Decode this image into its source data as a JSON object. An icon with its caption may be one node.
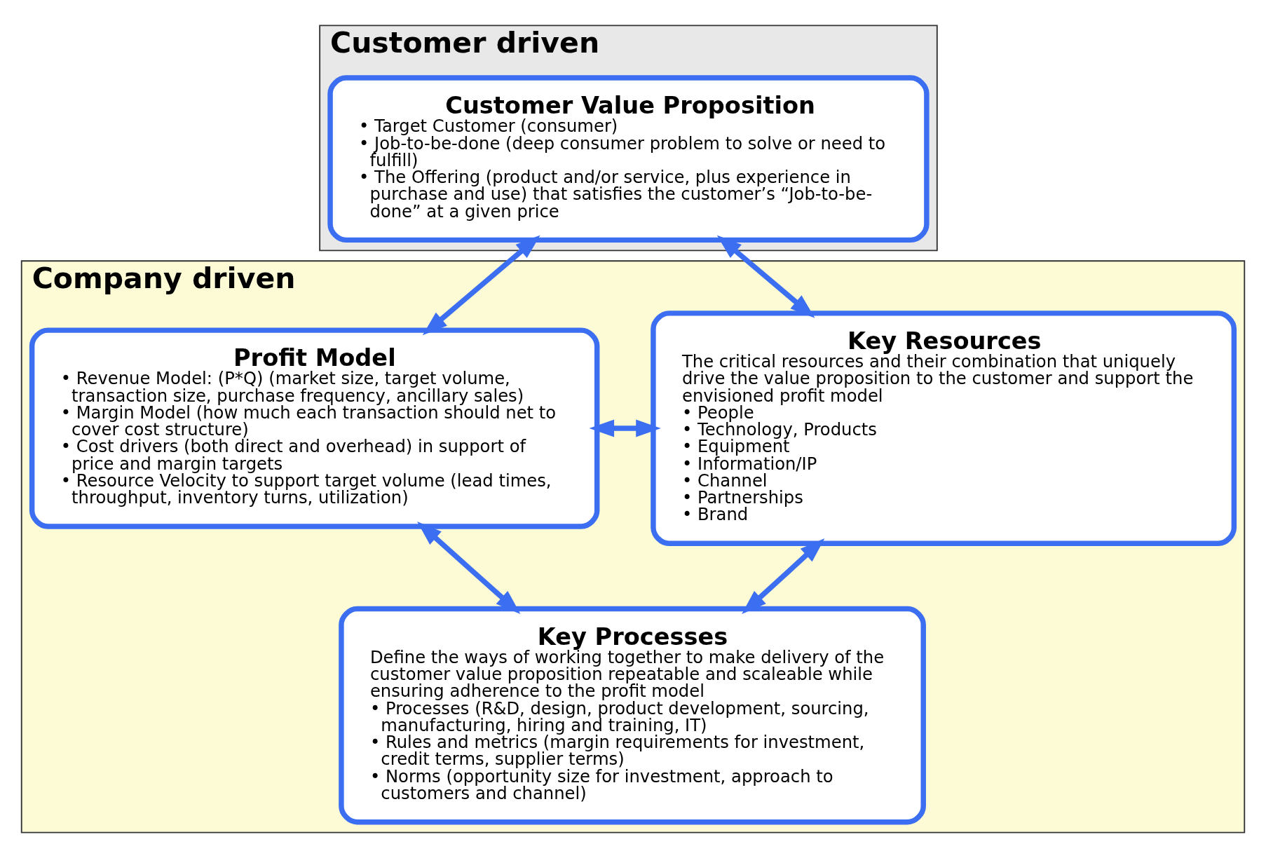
{
  "diagram": {
    "nodes": [
      {
        "text": [
          "Customer driven"
        ]
      },
      {
        "text": [
          "Customer Value Proposition",
          "• Target Customer (consumer)",
          "• Job-to-be-done (deep consumer problem to solve or need to fulfill)",
          "• The Offering (product and/or service, plus experience in purchase and use) that satisfies the customer’s “Job-to-be-done” at a given price"
        ],
        "in": 0
      },
      {
        "text": [
          "Company driven"
        ]
      },
      {
        "text": [
          "Profit Model",
          "• Revenue Model: (P*Q) (market size, target volume, transaction size, purchase frequency, ancillary sales)",
          "• Margin Model (how much each transaction should net to cover cost structure)",
          "• Cost drivers (both direct and overhead) in support of price and margin targets",
          "• Resource Velocity to support target volume (lead times, throughput, inventory turns, utilization)"
        ],
        "in": 2
      },
      {
        "text": [
          "Key Resources",
          "The critical resources and their combination that uniquely drive the value proposition to the customer and support the envisioned profit model",
          "• People",
          "• Technology, Products",
          "• Equipment",
          "• Information/IP",
          "• Channel",
          "• Partnerships",
          "• Brand"
        ],
        "in": 2
      },
      {
        "text": [
          "Key Processes",
          "Define the ways of working together to make delivery of the customer value proposition repeatable and scaleable while ensuring adherence to the profit model",
          "• Processes (R&D, design, product development, sourcing, manufacturing, hiring and training, IT)",
          "• Rules and metrics (margin requirements for investment, credit terms, supplier terms)",
          "• Norms (opportunity size for investment, approach to customers and channel)"
        ],
        "in": 2
      }
    ],
    "edges": [
      {
        "from": 1,
        "to": 3,
        "arrow": "both"
      },
      {
        "from": 1,
        "to": 4,
        "arrow": "both"
      },
      {
        "from": 3,
        "to": 4,
        "arrow": "both"
      },
      {
        "from": 3,
        "to": 5,
        "arrow": "both"
      },
      {
        "from": 4,
        "to": 5,
        "arrow": "both"
      }
    ]
  }
}
